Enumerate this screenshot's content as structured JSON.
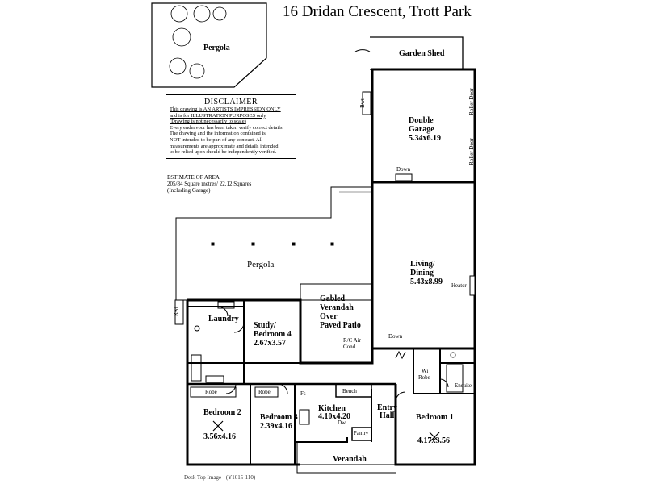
{
  "title": "16 Dridan Crescent, Trott Park",
  "disclaimer": {
    "heading": "DISCLAIMER",
    "line1": "This drawing is AN ARTISTS IMPRESSION ONLY",
    "line2": "and is for ILLUSTRATION PURPOSES only",
    "line3": "(Drawing is not necessarily to scale)",
    "line4": "Every endeavour has been taken verify correct details.",
    "line5": "The drawing and the information contained is",
    "line6": "NOT intended to be part of any contract.  All",
    "line7": "measurements are approximate and details intended",
    "line8": "to be relied upon should be independently verified."
  },
  "estimate": {
    "heading": "ESTIMATE OF AREA",
    "line1": "205/84 Square metres/  22.12 Squares",
    "line2": "(Including Garage)"
  },
  "rooms": {
    "pergola_top": "Pergola",
    "garden_shed": "Garden Shed",
    "garage_name1": "Double",
    "garage_name2": "Garage",
    "garage_size": "5.34x6.19",
    "roller_door_1": "Roller Door",
    "roller_door_2": "Roller Door",
    "rwt_top": "Rwt",
    "down_top": "Down",
    "pergola_main": "Pergola",
    "living1": "Living/",
    "living2": "Dining",
    "living_size": "5.43x8.99",
    "heater": "Heater",
    "gabled1": "Gabled",
    "gabled2": "Verandah",
    "gabled3": "Over",
    "gabled4": "Paved Patio",
    "rc1": "R/C Air",
    "rc2": "Cond",
    "down_mid": "Down",
    "rwt_left": "Rwt",
    "laundry": "Laundry",
    "study1": "Study/",
    "study2": "Bedroom 4",
    "study_size": "2.67x3.57",
    "wi1": "Wi",
    "wi2": "Robe",
    "ensuite": "Ensuite",
    "robe_left": "Robe",
    "robe_mid": "Robe",
    "fs": "Fs",
    "bench": "Bench",
    "kitchen": "Kitchen",
    "kitchen_size": "4.10x4.20",
    "dw": "Dw",
    "pantry": "Pantry",
    "entry1": "Entry",
    "entry2": "Hall",
    "bed2": "Bedroom 2",
    "bed2_size": "3.56x4.16",
    "bed3": "Bedroom 3",
    "bed3_size": "2.39x4.16",
    "bed1": "Bedroom 1",
    "bed1_size": "4.17x3.56",
    "verandah": "Verandah"
  },
  "footer": "Desk Top Image - (Y1015-110)"
}
